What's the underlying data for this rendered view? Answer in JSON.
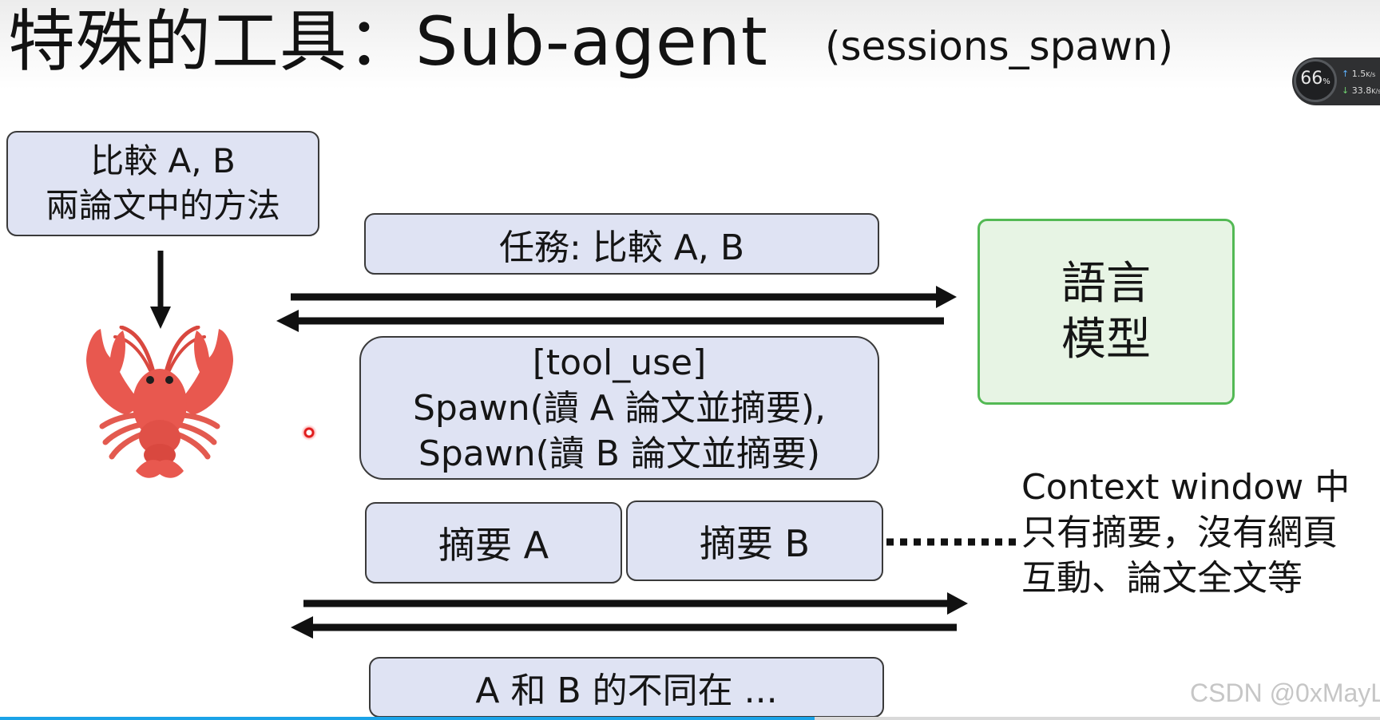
{
  "slide": {
    "title": "特殊的工具：Sub-agent",
    "title_sub": "(sessions_spawn)"
  },
  "user_prompt": {
    "line1": "比較 A, B",
    "line2": "兩論文中的方法"
  },
  "task_box": {
    "text": "任務: 比較 A, B"
  },
  "tool_use_box": {
    "line1": "[tool_use]",
    "line2": "Spawn(讀 A 論文並摘要),",
    "line3": "Spawn(讀 B 論文並摘要)"
  },
  "summaries": {
    "a": "摘要 A",
    "b": "摘要 B"
  },
  "result_box": {
    "text": "A 和 B 的不同在 ..."
  },
  "language_model": {
    "line1": "語言",
    "line2": "模型"
  },
  "context_note": {
    "line1": "Context window 中",
    "line2": "只有摘要，沒有網頁",
    "line3": "互動、論文全文等"
  },
  "agent_icon": {
    "name": "lobster-icon"
  },
  "net_widget": {
    "percent": "66",
    "percent_unit": "%",
    "up": "1.5",
    "down": "33.8",
    "unit": "K/s"
  },
  "video_progress": 0.59,
  "watermark": "CSDN @0xMayL",
  "colors": {
    "box_fill": "#dfe3f3",
    "box_border": "#3a3a3a",
    "llm_fill": "#e7f4e4",
    "llm_border": "#53b954",
    "arrow": "#111111",
    "lobster": "#e8584f",
    "laser": "#e01b1b",
    "progress": "#1aa3e8"
  }
}
